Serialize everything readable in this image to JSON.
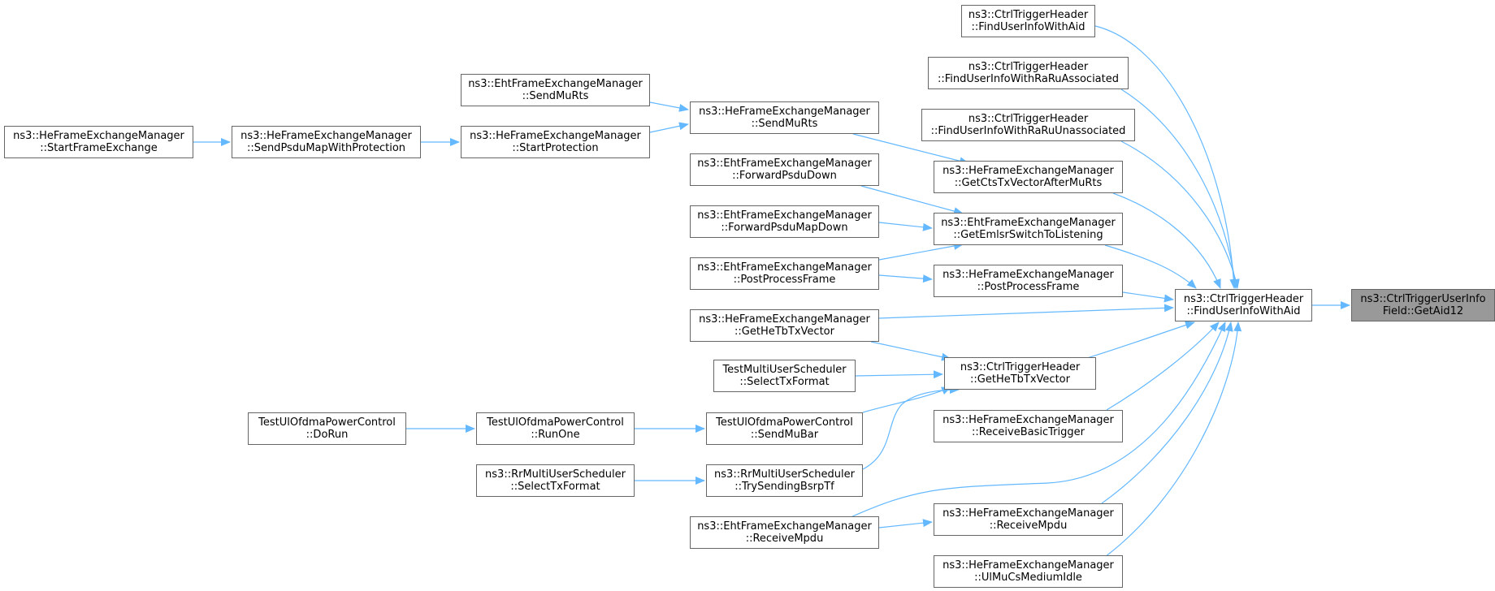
{
  "edge_color": "#63b8ff",
  "focus_color": "#999999",
  "nodes": {
    "n_target": [
      "ns3::CtrlTriggerUserInfo",
      "Field::GetAid12"
    ],
    "n_find": [
      "ns3::CtrlTriggerHeader",
      "::FindUserInfoWithAid"
    ],
    "n_c1": [
      "ns3::CtrlTriggerHeader",
      "::FindUserInfoWithAid"
    ],
    "n_c2": [
      "ns3::CtrlTriggerHeader",
      "::FindUserInfoWithRaRuAssociated"
    ],
    "n_c3": [
      "ns3::CtrlTriggerHeader",
      "::FindUserInfoWithRaRuUnassociated"
    ],
    "n_getcts": [
      "ns3::HeFrameExchangeManager",
      "::GetCtsTxVectorAfterMuRts"
    ],
    "n_getemlsr": [
      "ns3::EhtFrameExchangeManager",
      "::GetEmlsrSwitchToListening"
    ],
    "n_heppf": [
      "ns3::HeFrameExchangeManager",
      "::PostProcessFrame"
    ],
    "n_cthetb": [
      "ns3::CtrlTriggerHeader",
      "::GetHeTbTxVector"
    ],
    "n_recbasic": [
      "ns3::HeFrameExchangeManager",
      "::ReceiveBasicTrigger"
    ],
    "n_herecmpdu": [
      "ns3::HeFrameExchangeManager",
      "::ReceiveMpdu"
    ],
    "n_ulmucs": [
      "ns3::HeFrameExchangeManager",
      "::UlMuCsMediumIdle"
    ],
    "n_hesendmurts": [
      "ns3::HeFrameExchangeManager",
      "::SendMuRts"
    ],
    "n_ehtfwd": [
      "ns3::EhtFrameExchangeManager",
      "::ForwardPsduDown"
    ],
    "n_ehtfwdmap": [
      "ns3::EhtFrameExchangeManager",
      "::ForwardPsduMapDown"
    ],
    "n_ehtppf": [
      "ns3::EhtFrameExchangeManager",
      "::PostProcessFrame"
    ],
    "n_hegethetb": [
      "ns3::HeFrameExchangeManager",
      "::GetHeTbTxVector"
    ],
    "n_tmus": [
      "TestMultiUserScheduler",
      "::SelectTxFormat"
    ],
    "n_sendmubar": [
      "TestUlOfdmaPowerControl",
      "::SendMuBar"
    ],
    "n_trysend": [
      "ns3::RrMultiUserScheduler",
      "::TrySendingBsrpTf"
    ],
    "n_ehtrecmpdu": [
      "ns3::EhtFrameExchangeManager",
      "::ReceiveMpdu"
    ],
    "n_ehtsendmurts": [
      "ns3::EhtFrameExchangeManager",
      "::SendMuRts"
    ],
    "n_startprot": [
      "ns3::HeFrameExchangeManager",
      "::StartProtection"
    ],
    "n_sendpsdu": [
      "ns3::HeFrameExchangeManager",
      "::SendPsduMapWithProtection"
    ],
    "n_startfx": [
      "ns3::HeFrameExchangeManager",
      "::StartFrameExchange"
    ],
    "n_runone": [
      "TestUlOfdmaPowerControl",
      "::RunOne"
    ],
    "n_dorun": [
      "TestUlOfdmaPowerControl",
      "::DoRun"
    ],
    "n_rrselect": [
      "ns3::RrMultiUserScheduler",
      "::SelectTxFormat"
    ]
  }
}
